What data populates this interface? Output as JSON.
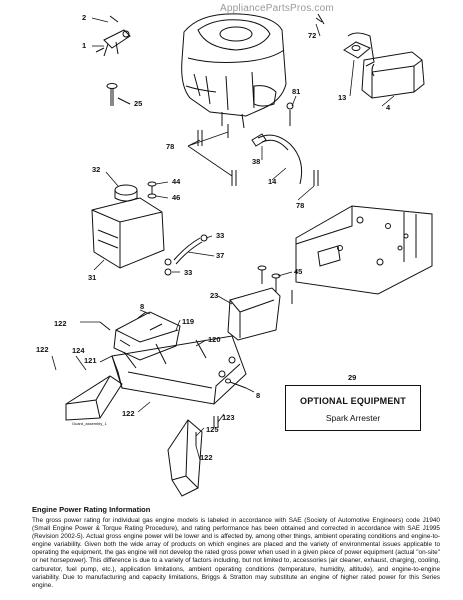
{
  "watermark": "AppliancePartsPros.com",
  "callouts": [
    {
      "id": "c2",
      "label": "2"
    },
    {
      "id": "c1",
      "label": "1"
    },
    {
      "id": "c25",
      "label": "25"
    },
    {
      "id": "c72",
      "label": "72"
    },
    {
      "id": "c13",
      "label": "13"
    },
    {
      "id": "c4",
      "label": "4"
    },
    {
      "id": "c81",
      "label": "81"
    },
    {
      "id": "c78a",
      "label": "78"
    },
    {
      "id": "c38",
      "label": "38"
    },
    {
      "id": "c14",
      "label": "14"
    },
    {
      "id": "c78b",
      "label": "78"
    },
    {
      "id": "c32",
      "label": "32"
    },
    {
      "id": "c44",
      "label": "44"
    },
    {
      "id": "c46",
      "label": "46"
    },
    {
      "id": "c33a",
      "label": "33"
    },
    {
      "id": "c37",
      "label": "37"
    },
    {
      "id": "c31",
      "label": "31"
    },
    {
      "id": "c33b",
      "label": "33"
    },
    {
      "id": "c45",
      "label": "45"
    },
    {
      "id": "c23",
      "label": "23"
    },
    {
      "id": "c8a",
      "label": "8"
    },
    {
      "id": "c122a",
      "label": "122"
    },
    {
      "id": "c119",
      "label": "119"
    },
    {
      "id": "c120",
      "label": "120"
    },
    {
      "id": "c122b",
      "label": "122"
    },
    {
      "id": "c124",
      "label": "124"
    },
    {
      "id": "c121",
      "label": "121"
    },
    {
      "id": "c8b",
      "label": "8"
    },
    {
      "id": "c29",
      "label": "29"
    },
    {
      "id": "c122c",
      "label": "122"
    },
    {
      "id": "c123",
      "label": "123"
    },
    {
      "id": "c125",
      "label": "125"
    },
    {
      "id": "c122d",
      "label": "122"
    }
  ],
  "small_stamp": "Guard_assembly_1",
  "optional_equipment": {
    "title": "OPTIONAL EQUIPMENT",
    "item": "Spark Arrester"
  },
  "engine_info": {
    "title": "Engine Power Rating Information",
    "body": "The gross power rating for individual gas engine models is labeled in accordance with SAE (Society of Automotive Engineers) code J1940 (Small Engine Power & Torque Rating Procedure), and rating performance has been obtained and corrected in accordance with SAE J1995 (Revision 2002-5). Actual gross engine power will be lower and is affected by, among other things, ambient operating conditions and engine-to-engine variability. Given both the wide array of products on which engines are placed and the variety of environmental issues applicable to operating the equipment, the gas engine will not develop the rated gross power when used in a given piece of power equipment (actual \"on-site\" or net horsepower). This difference is due to a variety of factors including, but not limited to, accessories (air cleaner, exhaust, charging, cooling, carburetor, fuel pump, etc.), application limitations, ambient operating conditions (temperature, humidity, altitude), and engine-to-engine variability. Due to manufacturing and capacity limitations, Briggs & Stratton may substitute an engine of higher rated power for this Series engine."
  }
}
